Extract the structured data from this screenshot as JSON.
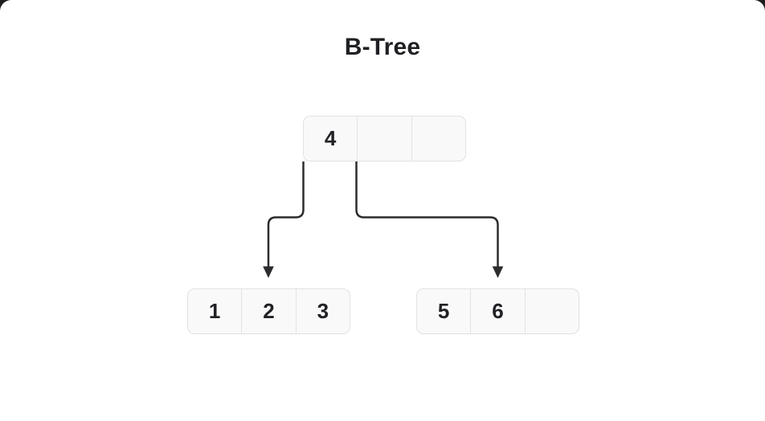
{
  "title": "B-Tree",
  "colors": {
    "canvas_bg": "#ffffff",
    "outer_bg": "#1e1e1e",
    "node_bg": "#f9f9fa",
    "node_border": "#e1e2e4",
    "key_text": "#212125",
    "arrow": "#2c2c2e",
    "title_text": "#1f2023"
  },
  "tree": {
    "order_cells_per_node": 3,
    "root": {
      "keys": [
        "4",
        "",
        ""
      ]
    },
    "children": [
      {
        "keys": [
          "1",
          "2",
          "3"
        ]
      },
      {
        "keys": [
          "5",
          "6",
          ""
        ]
      }
    ]
  }
}
